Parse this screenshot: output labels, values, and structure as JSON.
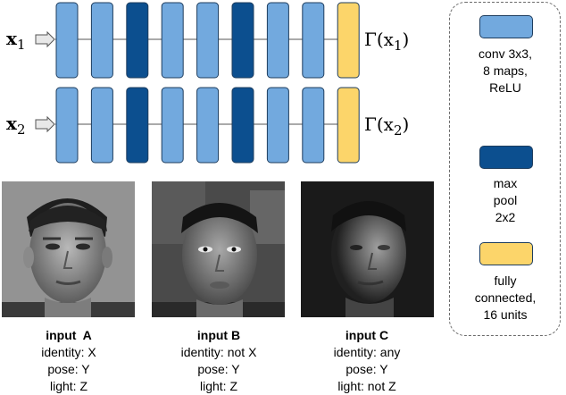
{
  "colors": {
    "conv": "#72a9de",
    "pool": "#0c4f8f",
    "fc": "#fcd56a",
    "outline": "#1e3d5e"
  },
  "network": {
    "layers": [
      "conv",
      "conv",
      "pool",
      "conv",
      "conv",
      "pool",
      "conv",
      "conv",
      "fc"
    ],
    "rows": [
      {
        "input_symbol": "x",
        "input_index": "1",
        "output_label": "Γ(x",
        "output_index": "1",
        "output_close": ")"
      },
      {
        "input_symbol": "x",
        "input_index": "2",
        "output_label": "Γ(x",
        "output_index": "2",
        "output_close": ")"
      }
    ]
  },
  "inputs": [
    {
      "title": "input  A",
      "identity": "identity: X",
      "pose": "pose: Y",
      "light": "light: Z"
    },
    {
      "title": "input B",
      "identity": "identity: not X",
      "pose": "pose: Y",
      "light": "light: Z"
    },
    {
      "title": "input C",
      "identity": "identity: any",
      "pose": "pose: Y",
      "light": "light: not Z"
    }
  ],
  "legend": {
    "conv": "conv 3x3,\n8 maps,\nReLU",
    "pool": "max\npool\n2x2",
    "fc": "fully\nconnected,\n16 units"
  }
}
